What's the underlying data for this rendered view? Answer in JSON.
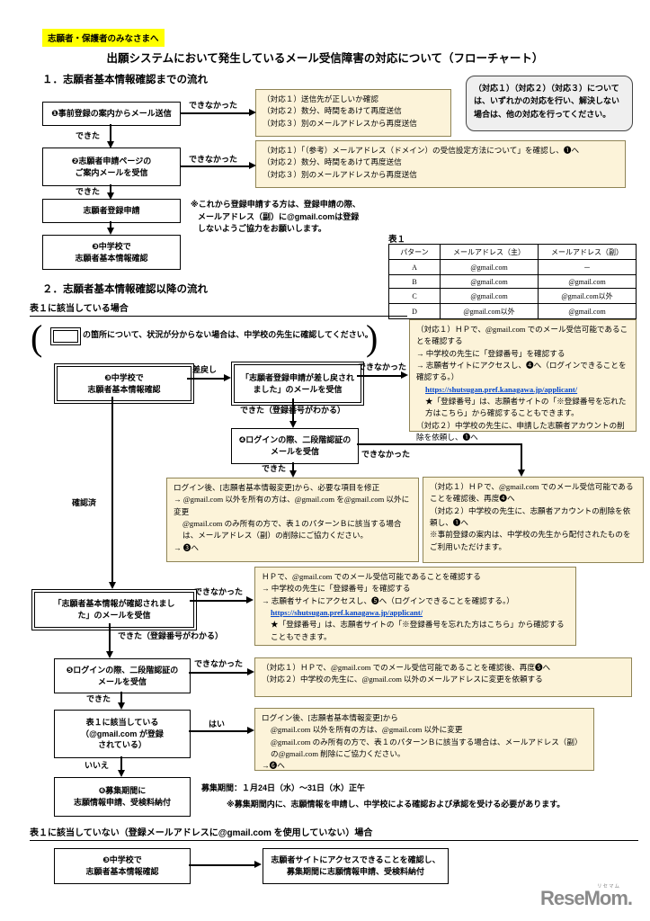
{
  "colors": {
    "highlight": "#ffff00",
    "note_bg": "#fcf3d9",
    "link_blue": "#0044cc",
    "logo_gray": "#8a8a8a"
  },
  "header": {
    "badge": "志願者・保護者のみなさまへ",
    "title": "出願システムにおいて発生しているメール受信障害の対応について（フローチャート）"
  },
  "labels": {
    "dekinakatta": "できなかった",
    "dekita": "できた",
    "dekita_reg": "できた（登録番号がわかる）",
    "sashimodoshi": "差戻し",
    "kakuninzumi": "確認済",
    "hai": "はい",
    "iie": "いいえ"
  },
  "section1": {
    "heading": "１．志願者基本情報確認までの流れ",
    "info_note": "（対応１）（対応２）（対応３）については、いずれかの対応を行い、解決しない場合は、他の対応を行ってください。",
    "box_pre_registration": "❶事前登録の案内からメール送信",
    "box_guide_mail_l1": "❷志願者申請ページの",
    "box_guide_mail_l2": "ご案内メールを受信",
    "box_registration": "志願者登録申請",
    "box_school_l1": "❸中学校で",
    "box_school_l2": "志願者基本情報確認",
    "resp_a": [
      "（対応１）送信先が正しいか確認",
      "（対応２）数分、時間をあけて再度送信",
      "（対応３）別のメールアドレスから再度送信"
    ],
    "resp_b": [
      "（対応１）「（参考）メールアドレス（ドメイン）の受信設定方法について」を確認し、❶へ",
      "（対応２）数分、時間をあけて再度送信",
      "（対応３）別のメールアドレスから再度送信"
    ],
    "reg_note": [
      "※これから登録申請する方は、登録申請の際、",
      "メールアドレス（副）に@gmail.comは登録",
      "しないようご協力をお願いします。"
    ]
  },
  "table1": {
    "title": "表１",
    "headers": [
      "パターン",
      "メールアドレス（主）",
      "メールアドレス（副）"
    ],
    "rows": [
      [
        "A",
        "@gmail.com",
        "－"
      ],
      [
        "B",
        "@gmail.com",
        "@gmail.com"
      ],
      [
        "C",
        "@gmail.com",
        "@gmail.com以外"
      ],
      [
        "D",
        "@gmail.com以外",
        "@gmail.com"
      ]
    ]
  },
  "section2": {
    "heading": "２．志願者基本情報確認以降の流れ",
    "case1_heading": "表１に該当している場合",
    "bracket_open": "(",
    "bracket_close": ")",
    "unknown_note": "の箇所について、状況が分からない場合は、中学校の先生に確認してください。",
    "box_school_l1": "❸中学校で",
    "box_school_l2": "志願者基本情報確認",
    "box_returned_l1": "「志願者登録申請が差し戻され",
    "box_returned_l2": "ました」のメールを受信",
    "box_login4_l1": "❹ログインの際、二段階認証の",
    "box_login4_l2": "メールを受信",
    "box_confirmed_l1": "「志願者基本情報が確認されまし",
    "box_confirmed_l2": "た」のメールを受信",
    "box_login5_l1": "❺ログインの際、二段階認証の",
    "box_login5_l2": "メールを受信",
    "box_table_check_l1": "表１に該当している",
    "box_table_check_l2": "（@gmail.com が登録",
    "box_table_check_l3": "されている）",
    "box_apply_l1": "❻募集期間に",
    "box_apply_l2": "志願情報申請、受検料納付",
    "resp_c": [
      "（対応１）ＨＰで、@gmail.com でのメール受信可能であることを確認する",
      "→ 中学校の先生に「登録番号」を確認する",
      "→ 志願者サイトにアクセスし、❹へ（ログインできることを確認する。）",
      "https://shutsugan.pref.kanagawa.jp/applicant/",
      "★「登録番号」は、志願者サイトの「※登録番号を忘れた方はこちら」から確認することもできます。",
      "（対応２）中学校の先生に、申請した志願者アカウントの削除を依頼し、❶へ"
    ],
    "resp_e": [
      "（対応１）ＨＰで、@gmail.com でのメール受信可能であることを確認後、再度❹へ",
      "（対応２）中学校の先生に、志願者アカウントの削除を依頼し、❶へ",
      "※事前登録の案内は、中学校の先生から配付されたものをご利用いただけます。"
    ],
    "resp_f": [
      "ログイン後、[志願者基本情報変更]から、必要な項目を修正",
      "→ @gmail.com 以外を所有の方は、@gmail.com を@gmail.com 以外に変更",
      "@gmail.com のみ所有の方で、表１のパターンＢに該当する場合は、メールアドレス（副）の削除にご協力ください。",
      "→ ❸へ"
    ],
    "resp_h": [
      "ＨＰで、@gmail.com でのメール受信可能であることを確認する",
      "→ 中学校の先生に「登録番号」を確認する",
      "→ 志願者サイトにアクセスし、❺へ（ログインできることを確認する。）",
      "https://shutsugan.pref.kanagawa.jp/applicant/",
      "★「登録番号」は、志願者サイトの「※登録番号を忘れた方はこちら」から確認することもできます。"
    ],
    "resp_j": [
      "（対応１）ＨＰで、@gmail.com でのメール受信可能であることを確認後、再度❺へ",
      "（対応２）中学校の先生に、@gmail.com 以外のメールアドレスに変更を依頼する"
    ],
    "resp_l": [
      "ログイン後、[志願者基本情報変更]から",
      "@gmail.com 以外を所有の方は、@gmail.com 以外に変更",
      "@gmail.com のみ所有の方で、表１のパターンＢに該当する場合は、メールアドレス（副）の@gmail.com 削除にご協力ください。",
      "→❻へ"
    ],
    "period_line1": "募集期間：１月24日（水）～31日（水）正午",
    "period_line2": "※募集期間内に、志願情報を申請し、中学校による確認および承認を受ける必要があります。"
  },
  "case2": {
    "heading": "表１に該当していない（登録メールアドレスに@gmail.com を使用していない）場合",
    "box_school_l1": "❸中学校で",
    "box_school_l2": "志願者基本情報確認",
    "box_final_l1": "志願者サイトにアクセスできることを確認し、",
    "box_final_l2": "募集期間に志願情報申請、受検料納付"
  },
  "logo": {
    "text": "ReseMom.",
    "ruby": "リセマム"
  }
}
